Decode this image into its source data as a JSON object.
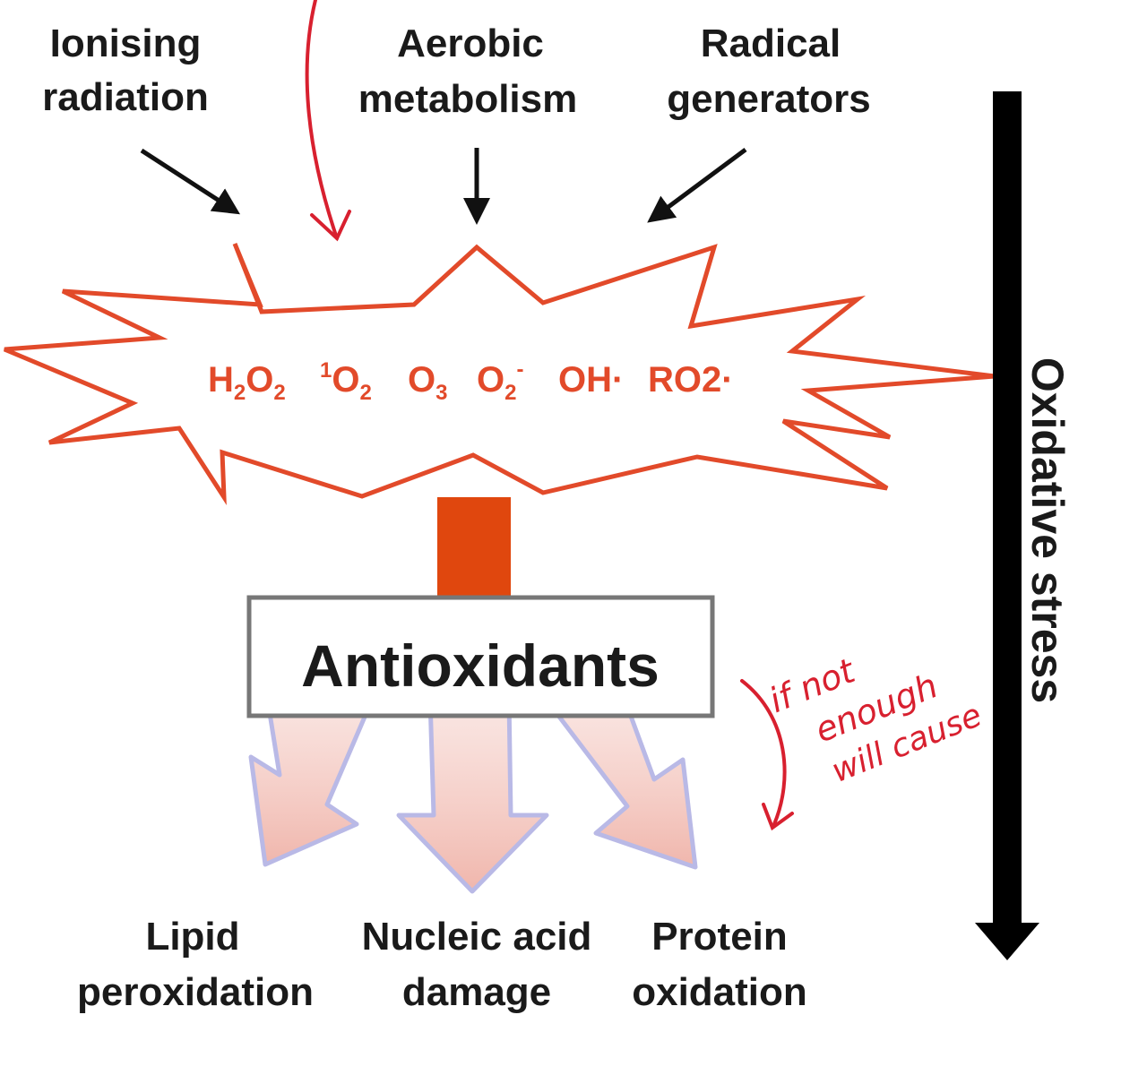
{
  "sources": [
    {
      "line1": "Ionising",
      "line2": "radiation"
    },
    {
      "line1": "Aerobic",
      "line2": "metabolism"
    },
    {
      "line1": "Radical",
      "line2": "generators"
    }
  ],
  "ros_species": [
    "H2O2",
    "1O2",
    "O3",
    "O2-",
    "OH·",
    "RO2·"
  ],
  "antioxidants_label": "Antioxidants",
  "handwritten_note": [
    "if not",
    "enough",
    "will cause"
  ],
  "outcomes": [
    {
      "line1": "Lipid",
      "line2": "peroxidation"
    },
    {
      "line1": "Nucleic acid",
      "line2": "damage"
    },
    {
      "line1": "Protein",
      "line2": "oxidation"
    }
  ],
  "axis_label": "Oxidative stress",
  "colors": {
    "burst_stroke": "#e24a2a",
    "ros_text": "#e24a2a",
    "bar": "#e0470e",
    "handwriting": "#d8202f",
    "arrow_fill": "#f2c4bd",
    "arrow_stroke": "#b9b9e6",
    "axis": "#000000"
  }
}
